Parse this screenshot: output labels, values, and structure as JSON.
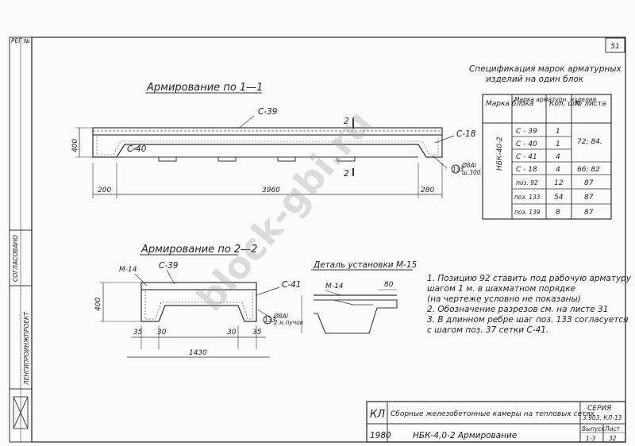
{
  "sheet": {
    "page_number": "51",
    "reg_label": "РЕГ №",
    "left_stamp_text": "СОГЛАСОВАНО",
    "org_name": "ЛЕНГИПРОИНЖПРОЕКТ"
  },
  "section11": {
    "title": "Армирование  по   1—1"
  },
  "section22": {
    "title": "Армирование  по  2—2"
  },
  "detail": {
    "title": "Деталь установки  М-15"
  },
  "labels": {
    "c39": "С-39",
    "c40": "С-40",
    "c18": "С-18",
    "c41": "С-41",
    "m14a": "М-14",
    "m14b": "М-14",
    "cut2": "2",
    "cut2b": "2",
    "dim200": "200",
    "dim3960": "3960",
    "dim280": "280",
    "dim1430": "1430",
    "dim35a": "35",
    "dim30a": "30",
    "dim30b": "30",
    "dim35b": "35",
    "dim80": "80",
    "dim400": "400",
    "dim400b": "400",
    "pos133": "133",
    "pos133b": "133",
    "rebar1": "Ø8АI",
    "rebar1b": "ш.300",
    "rebar2": "Ø8АI",
    "rebar2b": "2 н.пучок"
  },
  "spec": {
    "title_line1": "Спецификация марок арматурных",
    "title_line2": "изделий  на один  блок",
    "headers": [
      "Марка блока",
      "Марка арматурн. изделия",
      "Кол. шт.",
      "№ листа"
    ],
    "block": "НБК-40-2",
    "rows": [
      {
        "item": "С - 39",
        "qty": "1",
        "sheet": ""
      },
      {
        "item": "С - 40",
        "qty": "1",
        "sheet": "72; 84."
      },
      {
        "item": "С - 41",
        "qty": "4",
        "sheet": ""
      },
      {
        "item": "С - 18",
        "qty": "4",
        "sheet": "66; 82"
      },
      {
        "item": "поз. 92",
        "qty": "12",
        "sheet": "87"
      },
      {
        "item": "поз. 133",
        "qty": "54",
        "sheet": "87"
      },
      {
        "item": "поз. 139",
        "qty": "8",
        "sheet": "87"
      }
    ]
  },
  "notes": [
    "1. Позицию  92  ставить под рабочую арматуру",
    "    шагом  1 м. в шахматном  порядке",
    "    (на чертеже условно не показаны)",
    "2. Обозначение  разрезов  см. на листе  31",
    "3. В длинном  ребре  шаг   поз. 133  согласуется",
    "    с  шагом    поз.  37  сетки   С-41."
  ],
  "titleblock": {
    "kl": "КЛ",
    "year": "1980",
    "description": "Сборные железобетонные камеры на тепловых сетях",
    "series_label": "СЕРИЯ",
    "series_value": "3.903. КЛ-13",
    "item_name": "НБК-4,0-2    Армирование",
    "vypusk_label": "Выпуск",
    "vypusk_value": "1-3",
    "list_label": "Лист",
    "list_value": "32"
  },
  "watermark": "block-gbi.ru"
}
